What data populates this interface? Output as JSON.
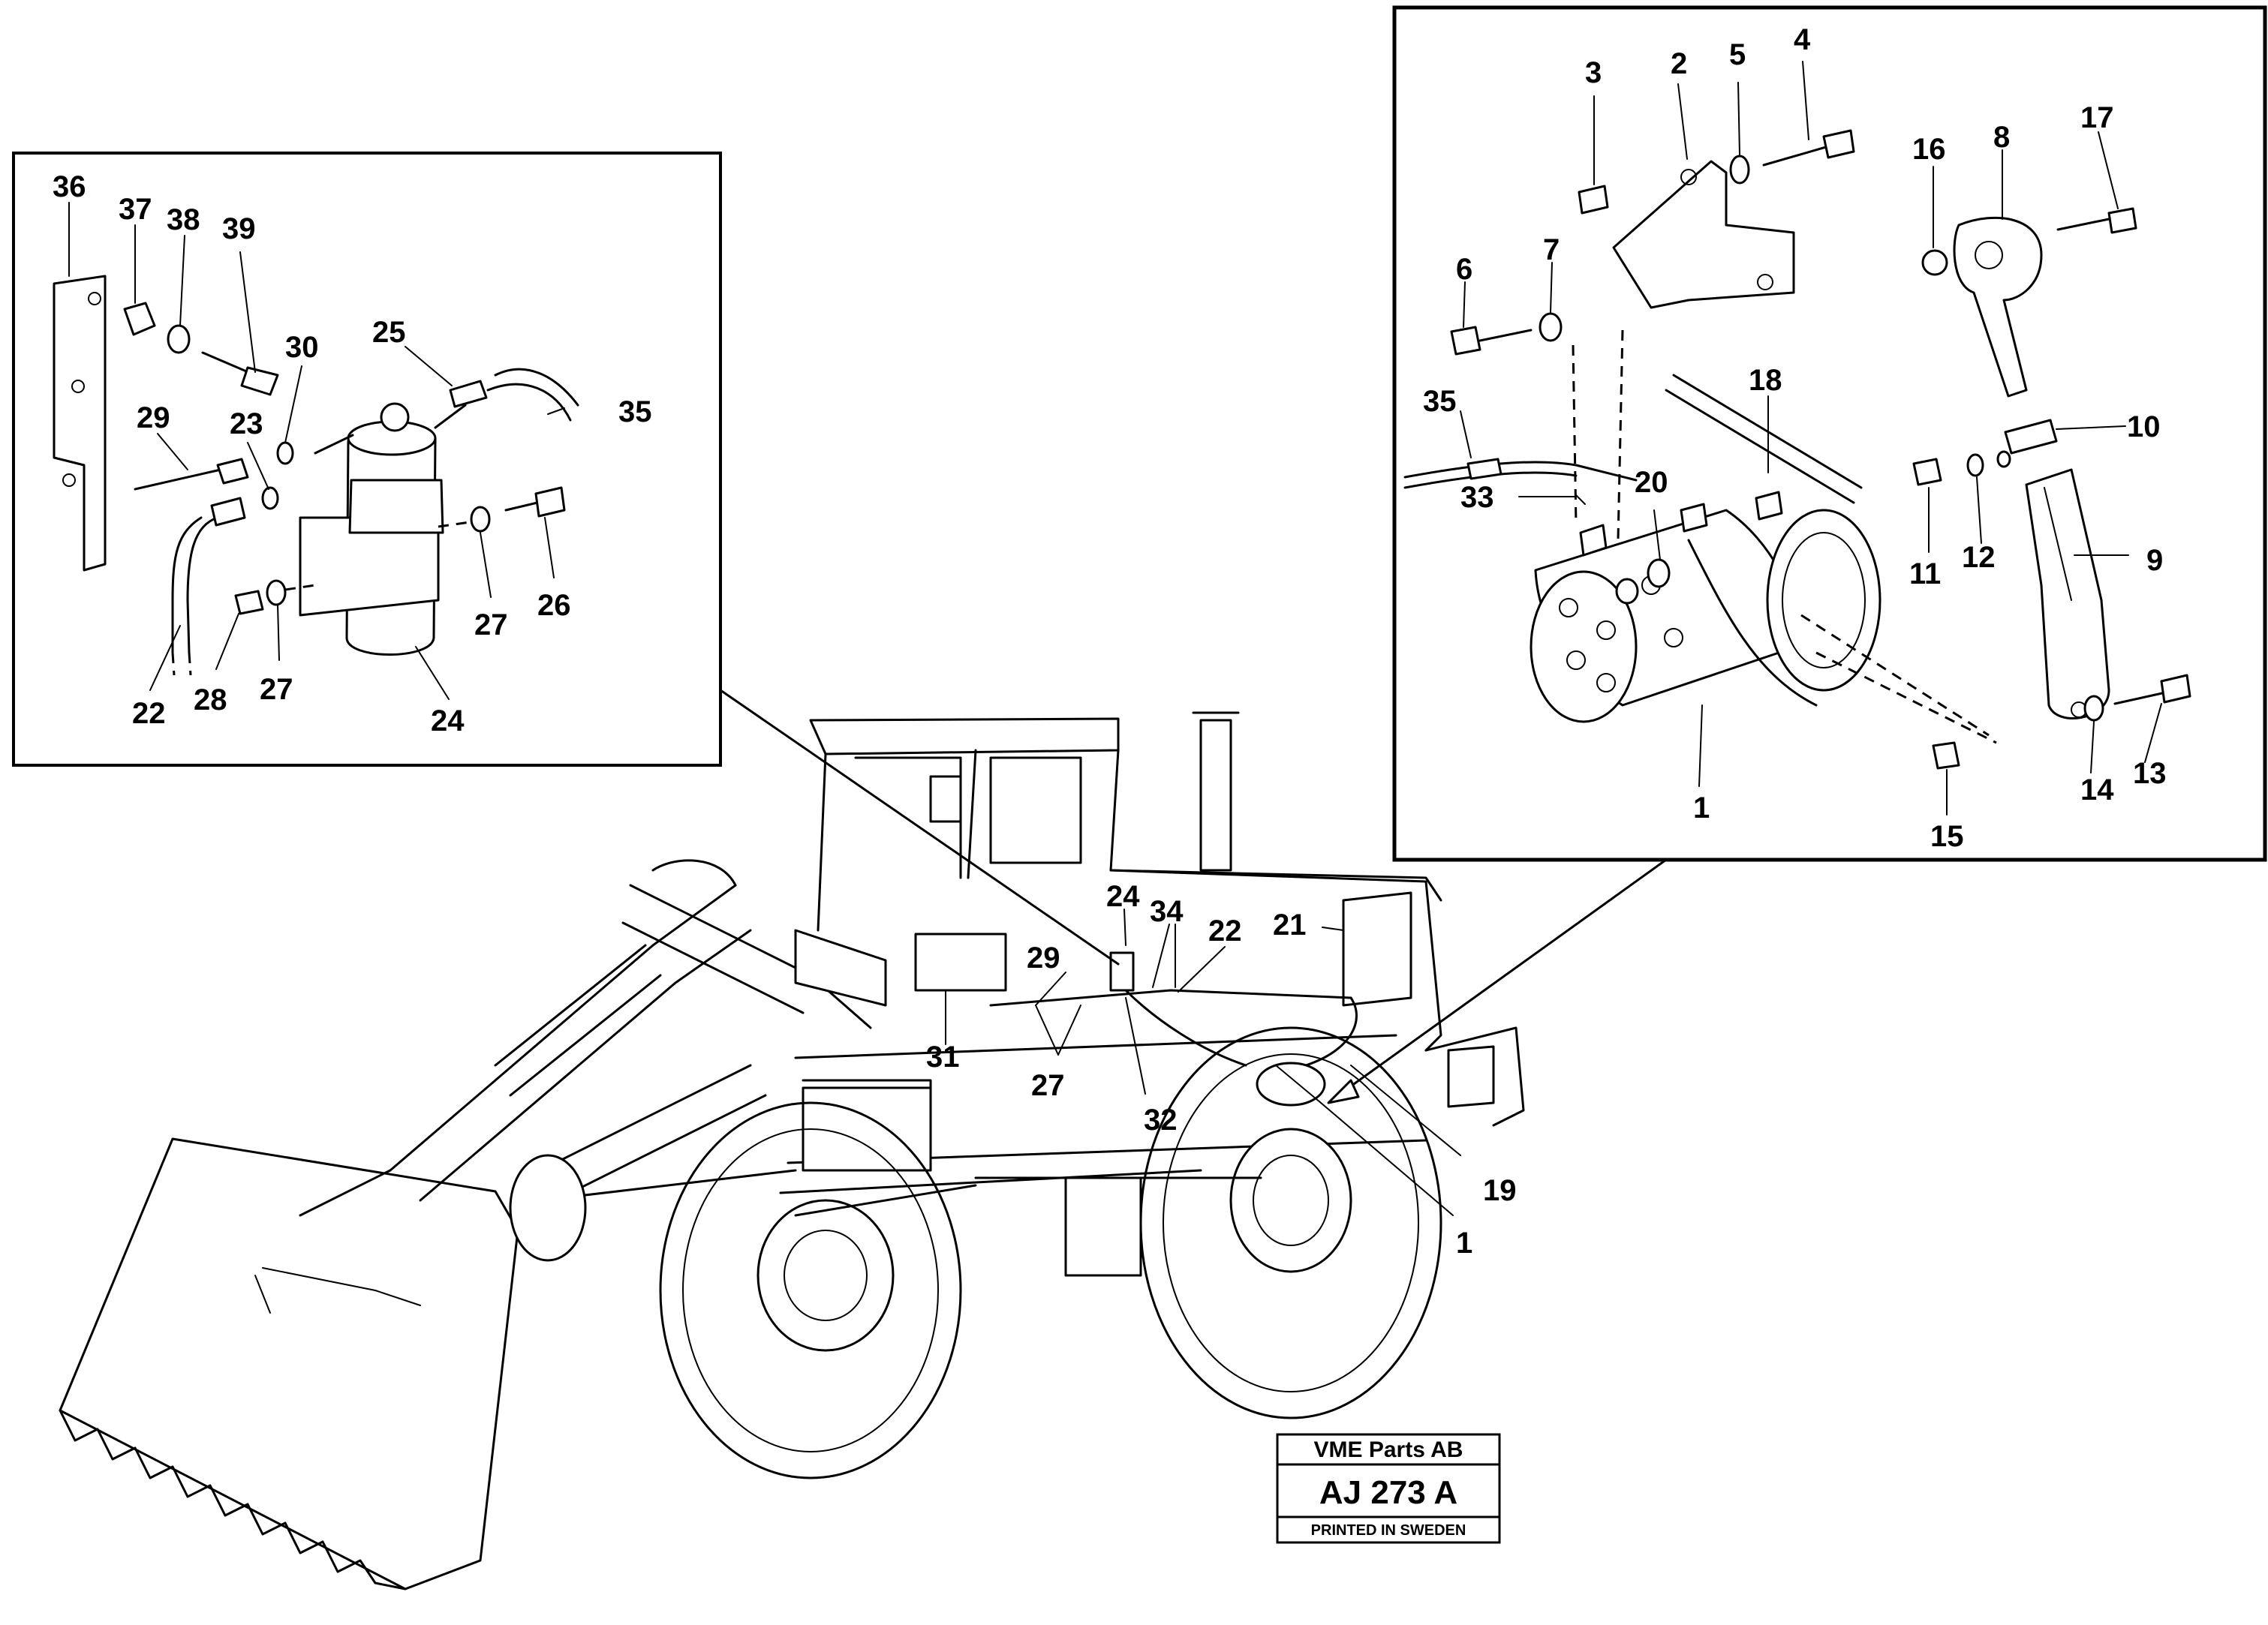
{
  "callouts": {
    "c36": "36",
    "c37": "37",
    "c38": "38",
    "c39": "39",
    "c30": "30",
    "c25": "25",
    "c35a": "35",
    "c29a": "29",
    "c23": "23",
    "c27a": "27",
    "c26": "26",
    "c22a": "22",
    "c28": "28",
    "c27b": "27",
    "c24a": "24",
    "c3": "3",
    "c2": "2",
    "c5": "5",
    "c4": "4",
    "c16": "16",
    "c8": "8",
    "c17": "17",
    "c6": "6",
    "c7": "7",
    "c18": "18",
    "c35b": "35",
    "c20": "20",
    "c33": "33",
    "c10": "10",
    "c11": "11",
    "c12": "12",
    "c9": "9",
    "c1a": "1",
    "c14": "14",
    "c13": "13",
    "c15": "15",
    "c24b": "24",
    "c34": "34",
    "c22b": "22",
    "c21": "21",
    "c29b": "29",
    "c31": "31",
    "c27c": "27",
    "c32": "32",
    "c19": "19",
    "c1b": "1"
  },
  "title_block": {
    "company": "VME Parts AB",
    "code": "AJ 273  A",
    "printed": "PRINTED IN SWEDEN"
  }
}
